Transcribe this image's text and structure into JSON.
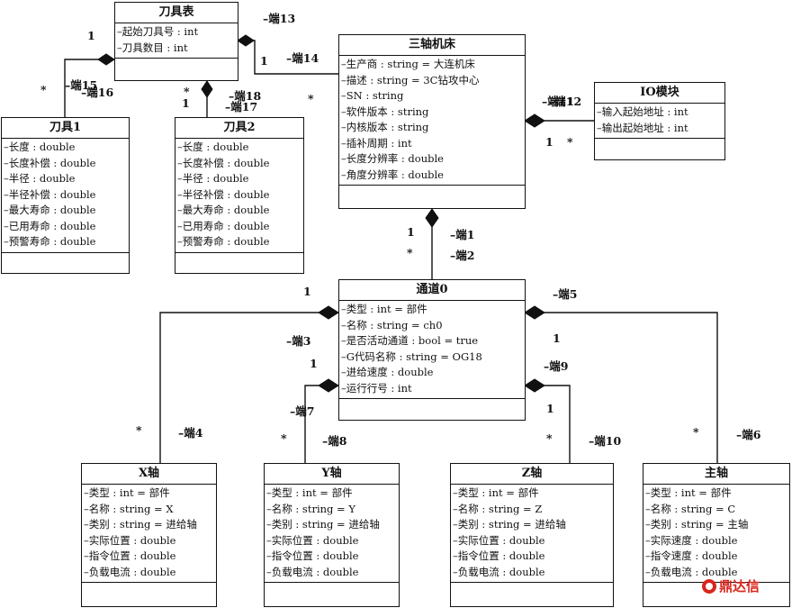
{
  "classes": {
    "tool_table": {
      "name": "刀具表",
      "attrs": [
        "–起始刀具号 : int",
        "–刀具数目 : int"
      ]
    },
    "tool1": {
      "name": "刀具1",
      "attrs": [
        "–长度 : double",
        "–长度补偿 : double",
        "–半径 : double",
        "–半径补偿 : double",
        "–最大寿命 : double",
        "–已用寿命 : double",
        "–预警寿命 : double"
      ]
    },
    "tool2": {
      "name": "刀具2",
      "attrs": [
        "–长度 : double",
        "–长度补偿 : double",
        "–半径 : double",
        "–半径补偿 : double",
        "–最大寿命 : double",
        "–已用寿命 : double",
        "–预警寿命 : double"
      ]
    },
    "machine": {
      "name": "三轴机床",
      "attrs": [
        "–生产商 : string = 大连机床",
        "–描述 : string = 3C钻攻中心",
        "–SN : string",
        "–软件版本 : string",
        "–内核版本 : string",
        "–插补周期 : int",
        "–长度分辨率 : double",
        "–角度分辨率 : double"
      ]
    },
    "io": {
      "name": "IO模块",
      "attrs": [
        "–输入起始地址 : int",
        "–输出起始地址 : int"
      ]
    },
    "channel": {
      "name": "通道0",
      "attrs": [
        "–类型 : int = 部件",
        "–名称 : string = ch0",
        "–是否活动通道 : bool = true",
        "–G代码名称 : string = OG18",
        "–进给速度 : double",
        "–运行行号 : int"
      ]
    },
    "xaxis": {
      "name": "X轴",
      "attrs": [
        "–类型 : int = 部件",
        "–名称 : string = X",
        "–类别 : string = 进给轴",
        "–实际位置 : double",
        "–指令位置 : double",
        "–负载电流 : double"
      ]
    },
    "yaxis": {
      "name": "Y轴",
      "attrs": [
        "–类型 : int = 部件",
        "–名称 : string = Y",
        "–类别 : string = 进给轴",
        "–实际位置 : double",
        "–指令位置 : double",
        "–负载电流 : double"
      ]
    },
    "zaxis": {
      "name": "Z轴",
      "attrs": [
        "–类型 : int = 部件",
        "–名称 : string = Z",
        "–类别 : string = 进给轴",
        "–实际位置 : double",
        "–指令位置 : double",
        "–负载电流 : double"
      ]
    },
    "spindle": {
      "name": "主轴",
      "attrs": [
        "–类型 : int = 部件",
        "–名称 : string = C",
        "–类别 : string = 主轴",
        "–实际速度 : double",
        "–指令速度 : double",
        "–负载电流 : double"
      ]
    }
  },
  "ends": {
    "e1": "–端1",
    "e2": "–端2",
    "e3": "–端3",
    "e4": "–端4",
    "e5": "–端5",
    "e6": "–端6",
    "e7": "–端7",
    "e8": "–端8",
    "e9": "–端9",
    "e10": "–端10",
    "e11": "–端11",
    "e12": "–端12",
    "e13": "–端13",
    "e14": "–端14",
    "e15": "–端15",
    "e16": "–端16",
    "e17": "–端17",
    "e18": "–端18"
  },
  "mult": {
    "one": "1",
    "many": "*"
  },
  "logo": {
    "text": "鼎达信"
  }
}
